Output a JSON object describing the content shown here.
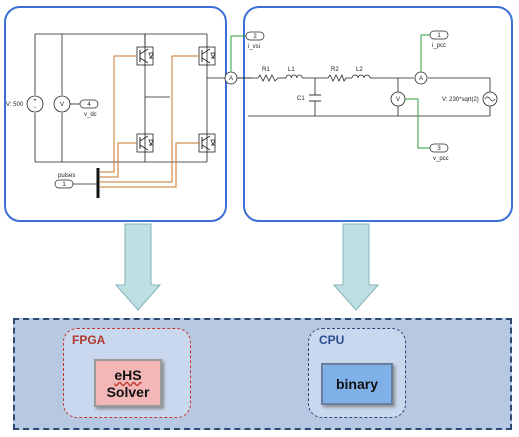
{
  "left_circuit": {
    "source_label": "V: 500",
    "voltmeter": "V",
    "vdc_port_num": "4",
    "vdc_port_label": "v_dc",
    "pulses_label": "pulses",
    "pulses_port_num": "1"
  },
  "right_circuit": {
    "ivsi_port_num": "2",
    "ivsi_label": "i_vsi",
    "ammeter_left": "A",
    "r1": "R1",
    "l1": "L1",
    "r2": "R2",
    "l2": "L2",
    "c1": "C1",
    "ammeter_right": "A",
    "ipcc_port_num": "1",
    "ipcc_label": "i_pcc",
    "voltmeter": "V",
    "grid_source_label": "V: 230*sqrt(2)",
    "vpcc_port_num": "3",
    "vpcc_label": "v_pcc"
  },
  "bottom": {
    "fpga_label": "FPGA",
    "solver_line1": "eHS",
    "solver_line2": "Solver",
    "cpu_label": "CPU",
    "binary_label": "binary"
  },
  "colors": {
    "panel_border": "#3b6fd6",
    "arrow_fill": "#bfe0e3",
    "gate_wire": "#c8762a",
    "measurement_wire": "#2e9e3e",
    "bottom_bg": "#b7c9e2"
  }
}
